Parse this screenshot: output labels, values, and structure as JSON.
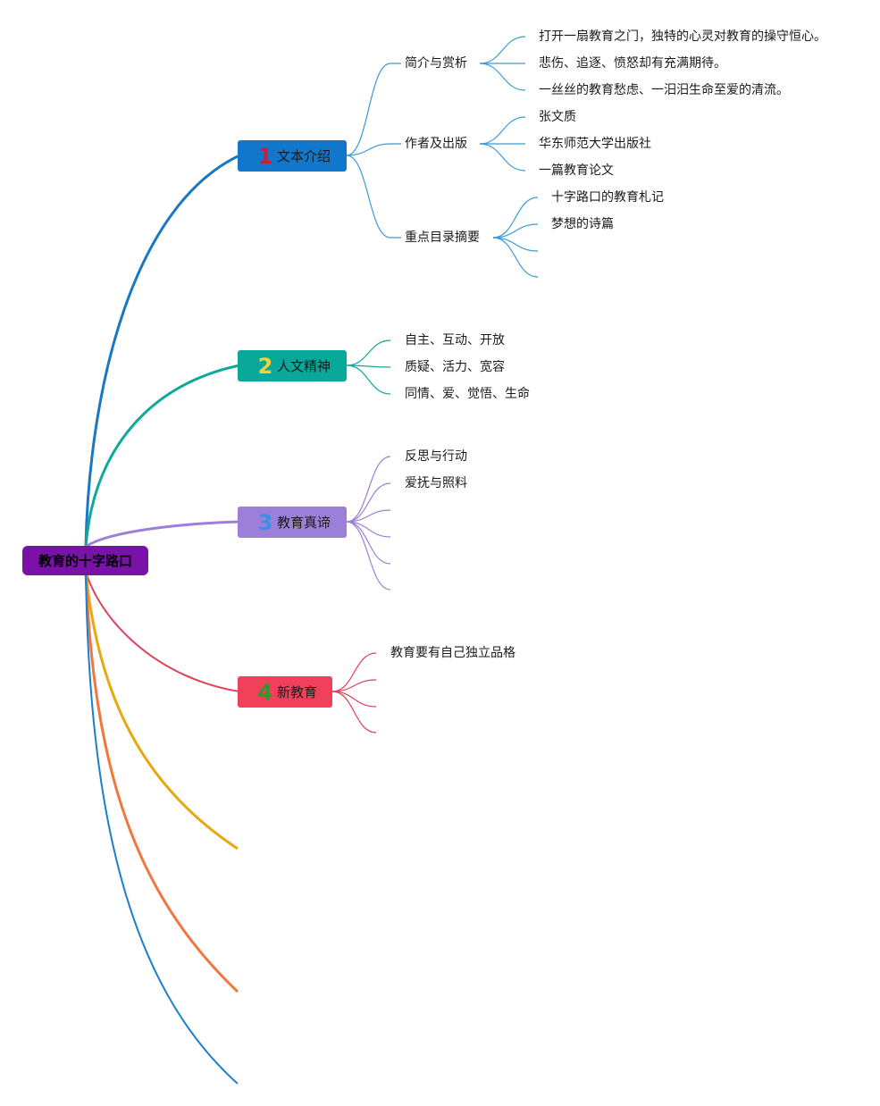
{
  "root": {
    "label": "教育的十字路口"
  },
  "topics": [
    {
      "number": "1",
      "label": "文本介绍",
      "color": "#1177cc",
      "number_color": "#c8203a",
      "line_color": "#1a78c2",
      "children": [
        {
          "label": "简介与赏析",
          "children": [
            "打开一扇教育之门，独特的心灵对教育的操守恒心。",
            "悲伤、追逐、愤怒却有充满期待。",
            "一丝丝的教育愁虑、一汨汨生命至爱的清流。"
          ]
        },
        {
          "label": "作者及出版",
          "children": [
            "张文质",
            "华东师范大学出版社",
            "一篇教育论文"
          ]
        },
        {
          "label": "重点目录摘要",
          "children": [
            "十字路口的教育札记",
            "梦想的诗篇",
            "",
            ""
          ]
        }
      ]
    },
    {
      "number": "2",
      "label": "人文精神",
      "color": "#0aa89a",
      "number_color": "#f2d23a",
      "line_color": "#10a89a",
      "children": [
        {
          "label": "自主、互动、开放"
        },
        {
          "label": "质疑、活力、宽容"
        },
        {
          "label": "同情、爱、觉悟、生命"
        }
      ]
    },
    {
      "number": "3",
      "label": "教育真谛",
      "color": "#9b7fd8",
      "number_color": "#3a8ee6",
      "line_color": "#9b7fd8",
      "children": [
        {
          "label": "反思与行动"
        },
        {
          "label": "爱抚与照料"
        },
        {
          "label": ""
        },
        {
          "label": ""
        },
        {
          "label": ""
        },
        {
          "label": ""
        }
      ]
    },
    {
      "number": "4",
      "label": "新教育",
      "color": "#f0405a",
      "number_color": "#2a9a2a",
      "line_color": "#e0405a",
      "children": [
        {
          "label": "教育要有自己独立品格"
        },
        {
          "label": ""
        },
        {
          "label": ""
        },
        {
          "label": ""
        }
      ]
    }
  ],
  "empty_branch_colors": [
    "#e8a810",
    "#f07840",
    "#1a80cc"
  ]
}
